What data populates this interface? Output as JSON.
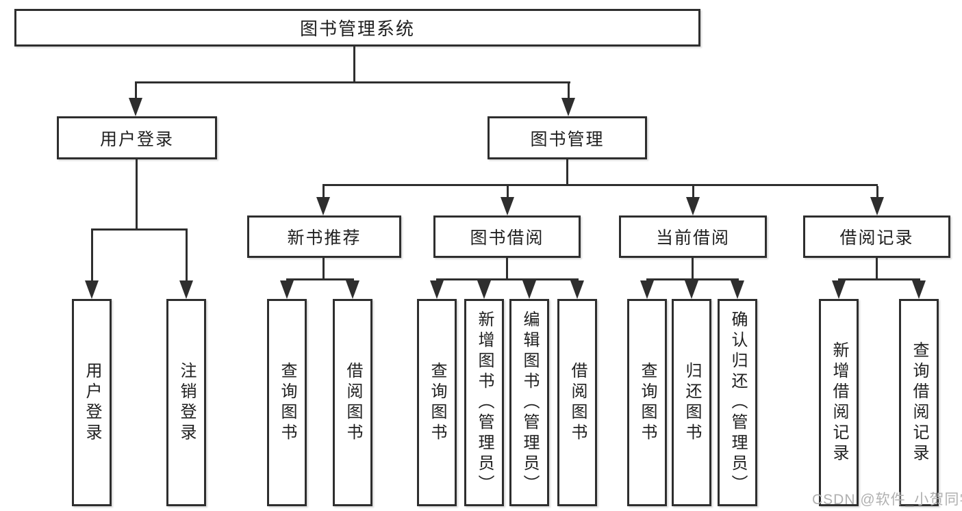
{
  "root": {
    "label": "图书管理系统"
  },
  "login": {
    "label": "用户登录",
    "children": [
      {
        "label": "用户登录"
      },
      {
        "label": "注销登录"
      }
    ]
  },
  "management": {
    "label": "图书管理",
    "groups": [
      {
        "label": "新书推荐",
        "children": [
          {
            "label": "查询图书"
          },
          {
            "label": "借阅图书"
          }
        ]
      },
      {
        "label": "图书借阅",
        "children": [
          {
            "label": "查询图书"
          },
          {
            "label": "新增图书（管理员）"
          },
          {
            "label": "编辑图书（管理员）"
          },
          {
            "label": "借阅图书"
          }
        ]
      },
      {
        "label": "当前借阅",
        "children": [
          {
            "label": "查询图书"
          },
          {
            "label": "归还图书"
          },
          {
            "label": "确认归还（管理员）"
          }
        ]
      },
      {
        "label": "借阅记录",
        "children": [
          {
            "label": "新增借阅记录"
          },
          {
            "label": "查询借阅记录"
          }
        ]
      }
    ]
  },
  "watermark": {
    "label": "CSDN @软件_小贺同学",
    "color": "#b0b0b0"
  },
  "colors": {
    "line": "#2e2e2e",
    "border": "#2e2e2e",
    "text": "#1f1f1f",
    "box_background": "#ffffff",
    "page_background": "#ffffff"
  }
}
